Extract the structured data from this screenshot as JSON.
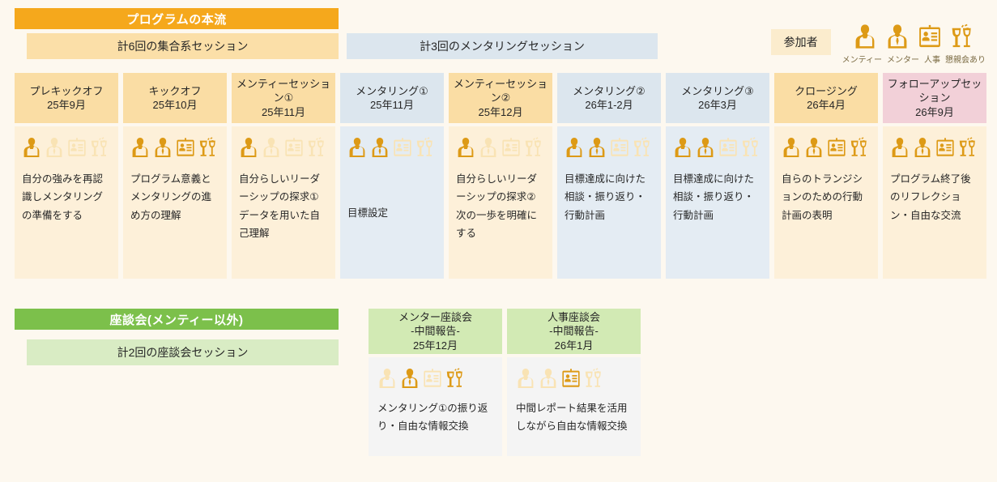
{
  "flow": {
    "title": "プログラムの本流",
    "group_sessions_label": "計6回の集合系セッション",
    "mentoring_sessions_label": "計3回のメンタリングセッション"
  },
  "legend": {
    "chip_label": "参加者",
    "items": [
      {
        "icon": "mentee-icon",
        "label": "メンティー"
      },
      {
        "icon": "mentor-icon",
        "label": "メンター"
      },
      {
        "icon": "hr-badge-icon",
        "label": "人事"
      },
      {
        "icon": "party-icon",
        "label": "懇親会あり"
      }
    ]
  },
  "columns": [
    {
      "title": "プレキックオフ",
      "date": "25年9月",
      "kind": "group",
      "participants": {
        "mentee": true,
        "mentor": false,
        "hr": false,
        "party": false
      },
      "body": "自分の強みを再認識しメンタリングの準備をする"
    },
    {
      "title": "キックオフ",
      "date": "25年10月",
      "kind": "group",
      "participants": {
        "mentee": true,
        "mentor": true,
        "hr": true,
        "party": true
      },
      "body": "プログラム意義とメンタリングの進め方の理解"
    },
    {
      "title": "メンティーセッション①",
      "date": "25年11月",
      "kind": "group",
      "participants": {
        "mentee": true,
        "mentor": false,
        "hr": false,
        "party": false
      },
      "body": "自分らしいリーダーシップの探求①データを用いた自己理解"
    },
    {
      "title": "メンタリング①",
      "date": "25年11月",
      "kind": "mentoring",
      "participants": {
        "mentee": true,
        "mentor": true,
        "hr": false,
        "party": false
      },
      "body": "目標設定"
    },
    {
      "title": "メンティーセッション②",
      "date": "25年12月",
      "kind": "group",
      "participants": {
        "mentee": true,
        "mentor": false,
        "hr": false,
        "party": false
      },
      "body": "自分らしいリーダーシップの探求②次の一歩を明確にする"
    },
    {
      "title": "メンタリング②",
      "date": "26年1-2月",
      "kind": "mentoring",
      "participants": {
        "mentee": true,
        "mentor": true,
        "hr": false,
        "party": false
      },
      "body": "目標達成に向けた相談・振り返り・行動計画"
    },
    {
      "title": "メンタリング③",
      "date": "26年3月",
      "kind": "mentoring",
      "participants": {
        "mentee": true,
        "mentor": true,
        "hr": false,
        "party": false
      },
      "body": "目標達成に向けた相談・振り返り・行動計画"
    },
    {
      "title": "クロージング",
      "date": "26年4月",
      "kind": "group",
      "participants": {
        "mentee": true,
        "mentor": true,
        "hr": true,
        "party": true
      },
      "body": "自らのトランジションのための行動計画の表明"
    },
    {
      "title": "フォローアップセッション",
      "date": "26年9月",
      "kind": "followup",
      "participants": {
        "mentee": true,
        "mentor": true,
        "hr": true,
        "party": true
      },
      "body": "プログラム終了後のリフレクション・自由な交流"
    }
  ],
  "roundtable": {
    "title": "座談会(メンティー以外)",
    "sessions_label": "計2回の座談会セッション",
    "columns": [
      {
        "title": "メンター座談会",
        "subtitle": "-中間報告-",
        "date": "25年12月",
        "participants": {
          "mentee": false,
          "mentor": true,
          "hr": false,
          "party": true
        },
        "body": "メンタリング①の振り返り・自由な情報交換"
      },
      {
        "title": "人事座談会",
        "subtitle": "-中間報告-",
        "date": "26年1月",
        "participants": {
          "mentee": false,
          "mentor": false,
          "hr": true,
          "party": false
        },
        "body": "中間レポート結果を活用しながら自由な情報交換"
      }
    ]
  },
  "colors": {
    "flow_accent": "#f5a81c",
    "group_header": "#fadda4",
    "mentoring_header": "#dce6ee",
    "followup_header": "#f2d0d8",
    "roundtable_accent": "#7cc04b",
    "icon_active": "#dd9a16",
    "icon_inactive": "#f9e3b4"
  }
}
